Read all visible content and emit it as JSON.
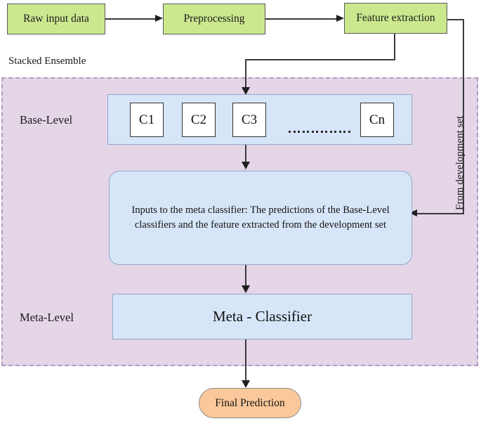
{
  "diagram": {
    "title": "Stacked Ensemble pipeline",
    "section_caption": "Stacked Ensemble",
    "colors": {
      "pipeline_box_fill": "#cbe88f",
      "pipeline_box_border": "#5a5a5a",
      "ensemble_region_fill": "#e4d5e7",
      "ensemble_region_border": "#b49ac4",
      "panel_fill": "#d7e5f8",
      "panel_border": "#8fa9cc",
      "classifier_fill": "#ffffff",
      "classifier_border": "#333333",
      "final_fill": "#fac89a",
      "final_border": "#8c8c8c",
      "connector": "#3a3a3a"
    }
  },
  "pipeline": {
    "stages": [
      {
        "label": "Raw input data"
      },
      {
        "label": "Preprocessing"
      },
      {
        "label": "Feature extraction"
      }
    ]
  },
  "levels": {
    "base": {
      "label": "Base-Level"
    },
    "meta": {
      "label": "Meta-Level"
    }
  },
  "base_level": {
    "classifiers": [
      {
        "label": "C1"
      },
      {
        "label": "C2"
      },
      {
        "label": "C3"
      },
      {
        "label": "Cn"
      }
    ],
    "ellipsis": "…………"
  },
  "meta_inputs": {
    "text": "Inputs to the meta classifier: The predictions of the Base-Level classifiers and the feature extracted from the development set"
  },
  "meta_level": {
    "label": "Meta - Classifier"
  },
  "output": {
    "label": "Final Prediction"
  },
  "side_connector": {
    "label": "From development set"
  }
}
